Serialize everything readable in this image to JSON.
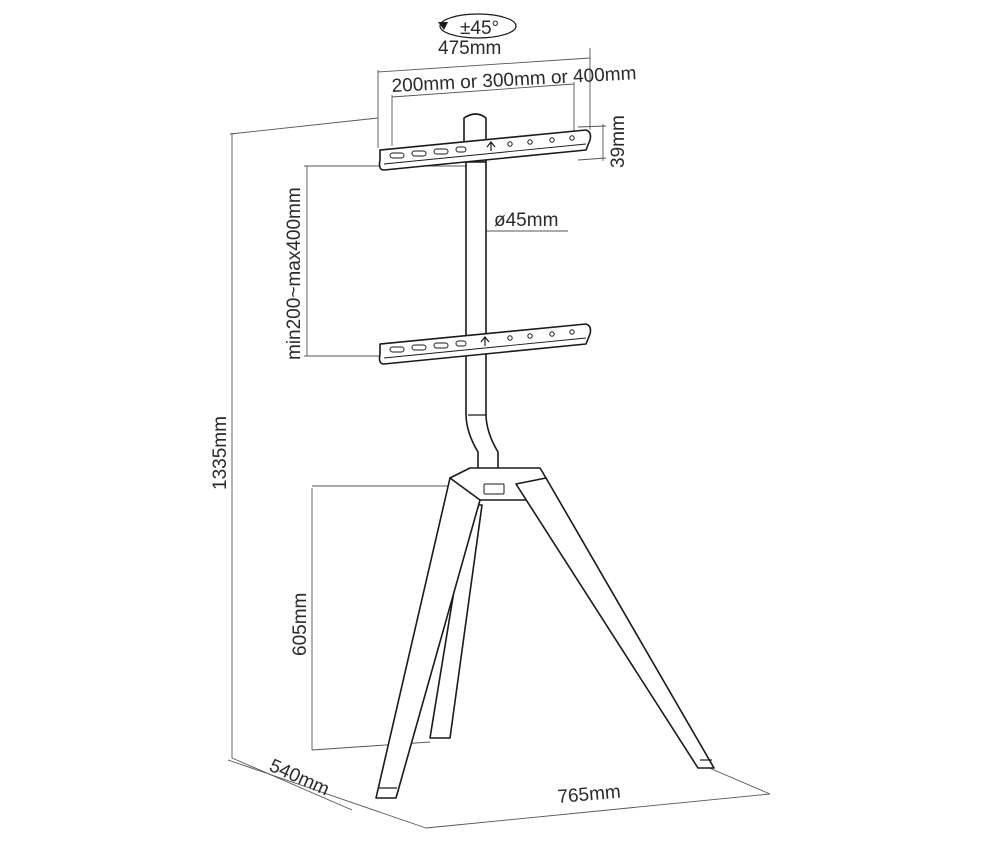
{
  "rotation": "±45°",
  "dims": {
    "bracket_width": "475mm",
    "vesa": "200mm or 300mm or 400mm",
    "bracket_height": "39mm",
    "pole_diameter": "ø45mm",
    "bracket_spacing": "min200~max400mm",
    "total_height": "1335mm",
    "leg_height": "605mm",
    "depth": "540mm",
    "width": "765mm"
  }
}
